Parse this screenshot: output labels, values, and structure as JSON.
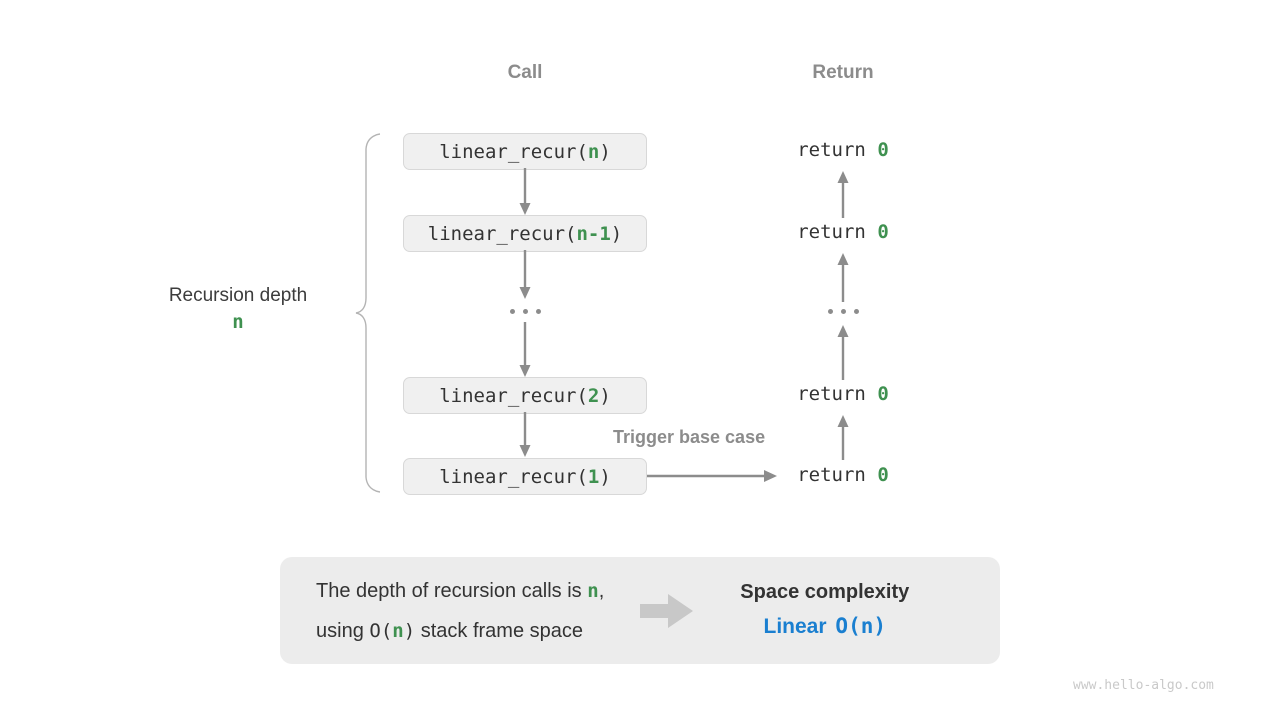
{
  "diagram": {
    "columns": {
      "call_header": "Call",
      "return_header": "Return"
    },
    "side_label": {
      "title": "Recursion depth",
      "value": "n"
    },
    "call_stack": [
      {
        "prefix": "linear_recur(",
        "arg": "n",
        "suffix": ")"
      },
      {
        "prefix": "linear_recur(",
        "arg": "n-1",
        "suffix": ")"
      },
      {
        "ellipsis": "•••"
      },
      {
        "prefix": "linear_recur(",
        "arg": "2",
        "suffix": ")"
      },
      {
        "prefix": "linear_recur(",
        "arg": "1",
        "suffix": ")"
      }
    ],
    "returns": [
      {
        "text": "return",
        "value": "0"
      },
      {
        "text": "return",
        "value": "0"
      },
      {
        "ellipsis": "•••"
      },
      {
        "text": "return",
        "value": "0"
      },
      {
        "text": "return",
        "value": "0"
      }
    ],
    "trigger_caption": "Trigger base case"
  },
  "summary": {
    "line1_a": "The depth of recursion calls is ",
    "line1_n": "n",
    "line1_b": ",",
    "line2_a": "using ",
    "line2_o": "O(",
    "line2_n": "n",
    "line2_c": ")",
    "line2_b": " stack frame space",
    "complexity_title": "Space complexity",
    "complexity_word": "Linear",
    "complexity_expr": "O(n)"
  },
  "watermark": "www.hello-algo.com",
  "colors": {
    "green": "#3f9150",
    "blue": "#1a7fd0",
    "arrow_grey": "#8c8c8c",
    "header_grey": "#8c8c8c",
    "box_fill": "#f0f0f0",
    "box_border": "#d8d8d8",
    "panel_fill": "#ececec",
    "block_arrow": "#c8c8c8"
  }
}
